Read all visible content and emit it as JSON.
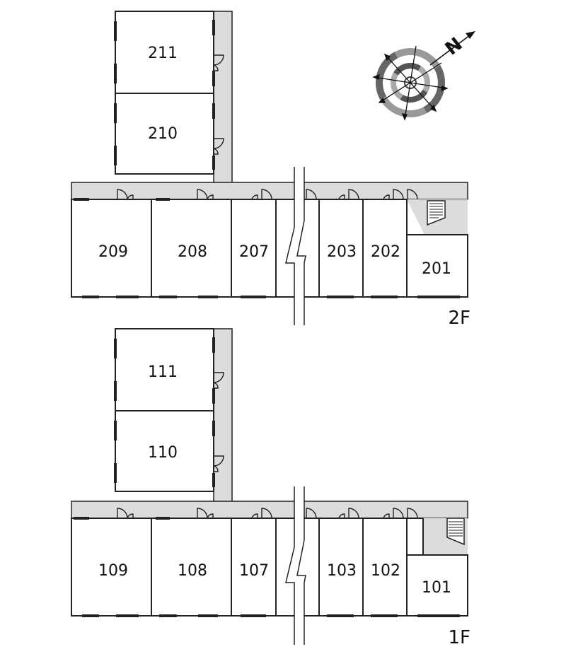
{
  "floors": [
    {
      "label": "2F",
      "rooms": {
        "north_top": "211",
        "north_bottom": "210",
        "r1": "209",
        "r2": "208",
        "r3": "207",
        "r4": "203",
        "r5": "202",
        "r6": "201"
      }
    },
    {
      "label": "1F",
      "rooms": {
        "north_top": "111",
        "north_bottom": "110",
        "r1": "109",
        "r2": "108",
        "r3": "107",
        "r4": "103",
        "r5": "102",
        "r6": "101"
      }
    }
  ],
  "compass": {
    "letter": "N"
  },
  "colors": {
    "corridor": "#dcdcdc",
    "wall": "#222222",
    "compass_ring": "#8c8c8c"
  }
}
